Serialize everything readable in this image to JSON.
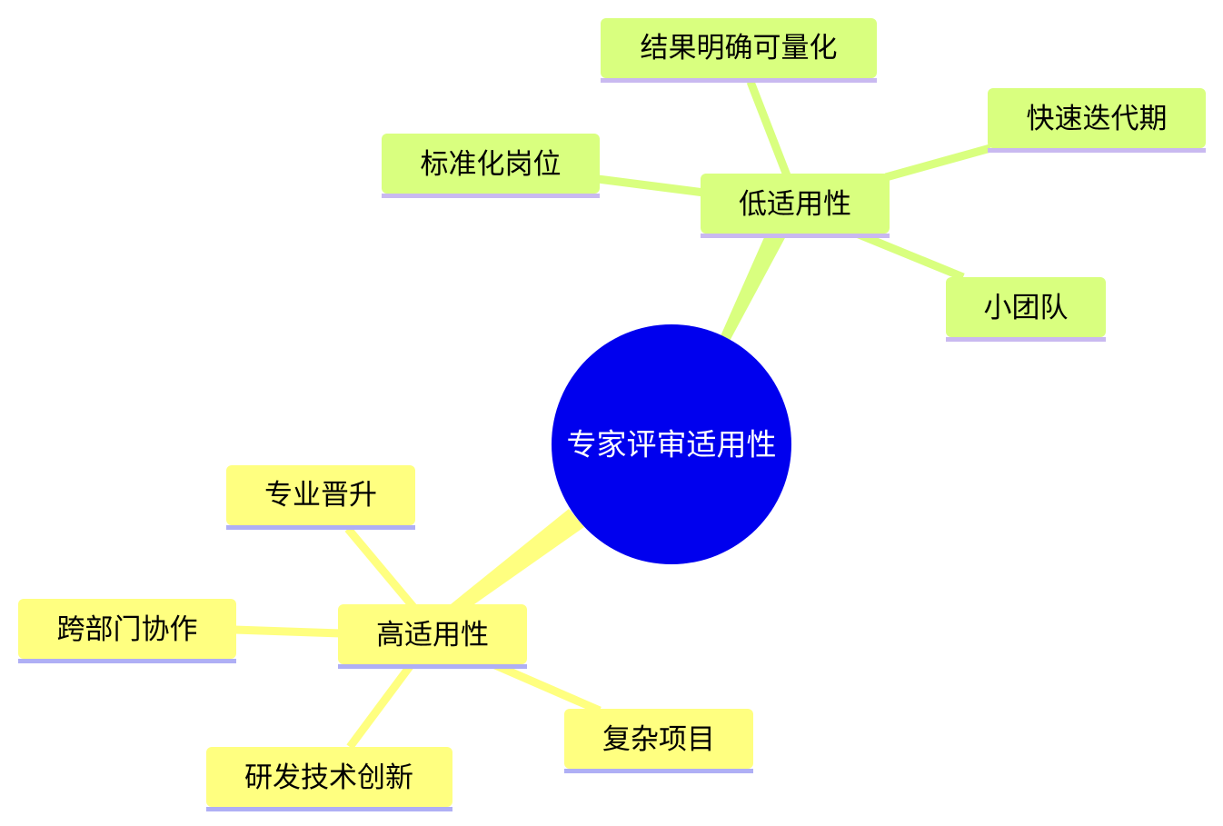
{
  "root": {
    "label": "专家评审适用性",
    "fill": "#0000EE",
    "text_color": "#FFFFFF"
  },
  "branches": [
    {
      "label": "低适用性",
      "fill": "#D9FF7F",
      "underline": "#C9B9F0",
      "children": [
        {
          "label": "结果明确可量化"
        },
        {
          "label": "快速迭代期"
        },
        {
          "label": "标准化岗位"
        },
        {
          "label": "小团队"
        }
      ]
    },
    {
      "label": "高适用性",
      "fill": "#FFFF80",
      "underline": "#AFAFF5",
      "children": [
        {
          "label": "专业晋升"
        },
        {
          "label": "跨部门协作"
        },
        {
          "label": "复杂项目"
        },
        {
          "label": "研发技术创新"
        }
      ]
    }
  ]
}
